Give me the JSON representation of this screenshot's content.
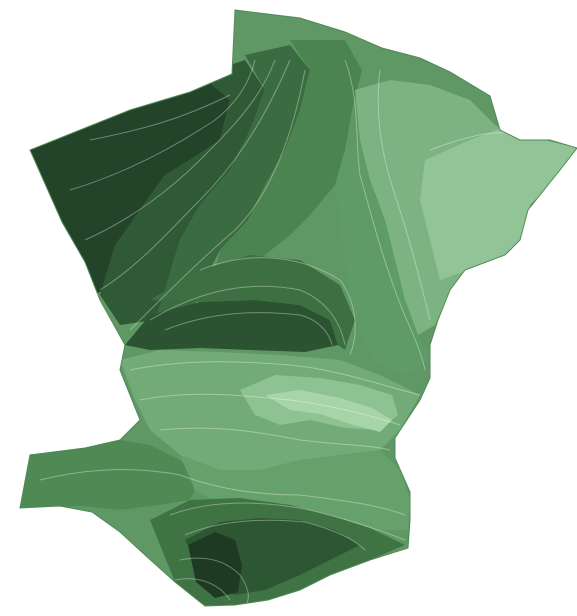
{
  "map": {
    "kind": "elevation-contour-map",
    "legend_visible": false,
    "labels": [],
    "palette": {
      "background": "#ffffff",
      "darkest": "#1f3a22",
      "dark": "#2e5a33",
      "mid_dark": "#3f7344",
      "mid": "#4f8a55",
      "mid_light": "#66a06a",
      "light": "#7fb584",
      "lightest": "#9ccc9f",
      "contour_line": "#d8ead9"
    },
    "elevation_bands": [
      {
        "name": "band-1",
        "level": 1
      },
      {
        "name": "band-2",
        "level": 2
      },
      {
        "name": "band-3",
        "level": 3
      },
      {
        "name": "band-4",
        "level": 4
      },
      {
        "name": "band-5",
        "level": 5
      },
      {
        "name": "band-6",
        "level": 6
      },
      {
        "name": "band-7",
        "level": 7
      }
    ]
  }
}
